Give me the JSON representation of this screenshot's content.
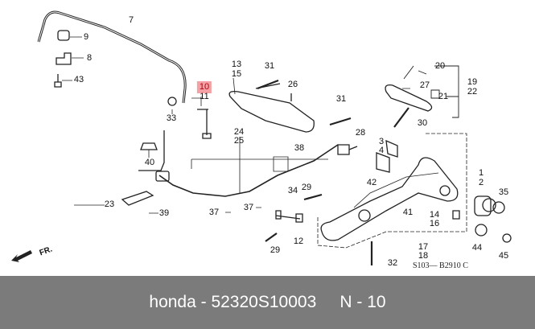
{
  "diagram": {
    "labels": {
      "l7": "7",
      "l9": "9",
      "l8": "8",
      "l43": "43",
      "l10": "10",
      "l11": "11",
      "l33": "33",
      "l40": "40",
      "l13": "13",
      "l15": "15",
      "l31a": "31",
      "l26": "26",
      "l31b": "31",
      "l24": "24",
      "l25": "25",
      "l38": "38",
      "l28": "28",
      "l3": "3",
      "l4": "4",
      "l42": "42",
      "l34": "34",
      "l29a": "29",
      "l29b": "29",
      "l12": "12",
      "l37a": "37",
      "l37b": "37",
      "l23": "23",
      "l39": "39",
      "l20": "20",
      "l27": "27",
      "l21": "21",
      "l19": "19",
      "l22": "22",
      "l30": "30",
      "l1": "1",
      "l2": "2",
      "l35": "35",
      "l41": "41",
      "l14": "14",
      "l16": "16",
      "l17": "17",
      "l18": "18",
      "l44": "44",
      "l45": "45",
      "l32": "32"
    },
    "highlighted_part": "10",
    "direction_label": "FR.",
    "drawing_code": "S103— B2910 C"
  },
  "footer": {
    "brand": "honda",
    "part_number": "52320S10003",
    "ref": "N - 10",
    "text": "honda - 52320S10003     N - 10"
  },
  "colors": {
    "highlight_bg": "#f4a0a4",
    "highlight_text": "#b00010",
    "footer_bg": "#7b7b7b"
  }
}
